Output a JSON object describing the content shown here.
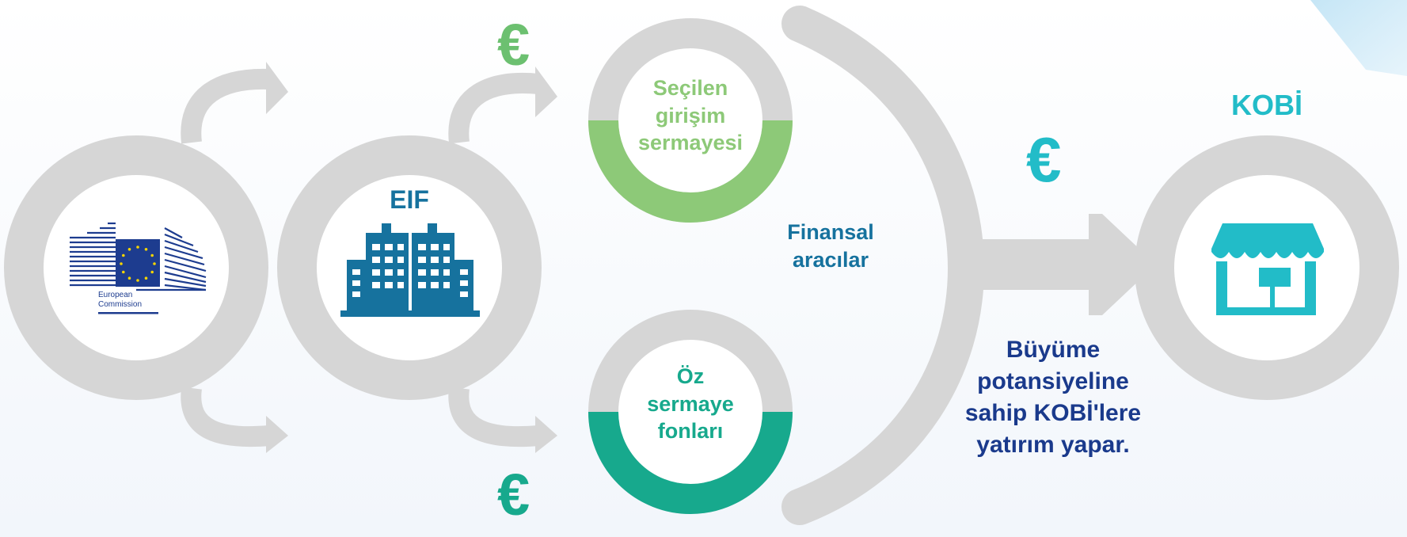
{
  "colors": {
    "gray": "#d6d6d6",
    "light_green": "#8dc978",
    "teal": "#17a98d",
    "euro_green": "#6cc070",
    "eif_blue": "#16729e",
    "navy": "#1a3a8c",
    "cyan": "#22bcc8",
    "ec_blue": "#1d3c8f"
  },
  "nodes": {
    "ec_logo_line1": "European",
    "ec_logo_line2": "Commission",
    "eif_label": "EIF",
    "venture_capital": [
      "Seçilen",
      "girişim",
      "sermayesi"
    ],
    "equity_funds": [
      "Öz",
      "sermaye",
      "fonları"
    ],
    "intermediaries": [
      "Finansal",
      "aracılar"
    ],
    "sme_label": "KOBİ",
    "sme_description": [
      "Büyüme",
      "potansiyeline",
      "sahip KOBİ'lere",
      "yatırım yapar."
    ]
  },
  "euro_symbol": "€",
  "icons": {
    "ec": "european-commission-logo",
    "eif": "office-buildings-icon",
    "sme": "shop-icon"
  }
}
